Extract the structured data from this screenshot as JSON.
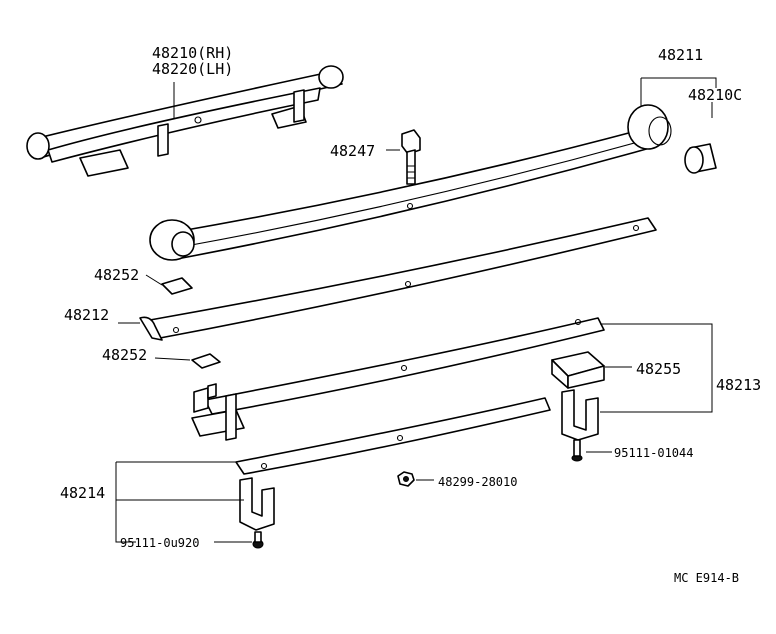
{
  "diagram": {
    "labels": {
      "assy_rh": "48210(RH)",
      "assy_lh": "48220(LH)",
      "leaf_main": "48211",
      "bushing": "48210C",
      "center_bolt": "48247",
      "insulator_upper": "48252",
      "insulator_lower": "48252",
      "leaf_2nd": "48212",
      "spacer": "48255",
      "clip_group": "48213",
      "bolt_a": "95111-01044",
      "leaf_4th": "48214",
      "nut": "48299-28010",
      "bolt_b": "95111-0u920"
    },
    "footer": {
      "code": "MC  E914-B"
    }
  }
}
